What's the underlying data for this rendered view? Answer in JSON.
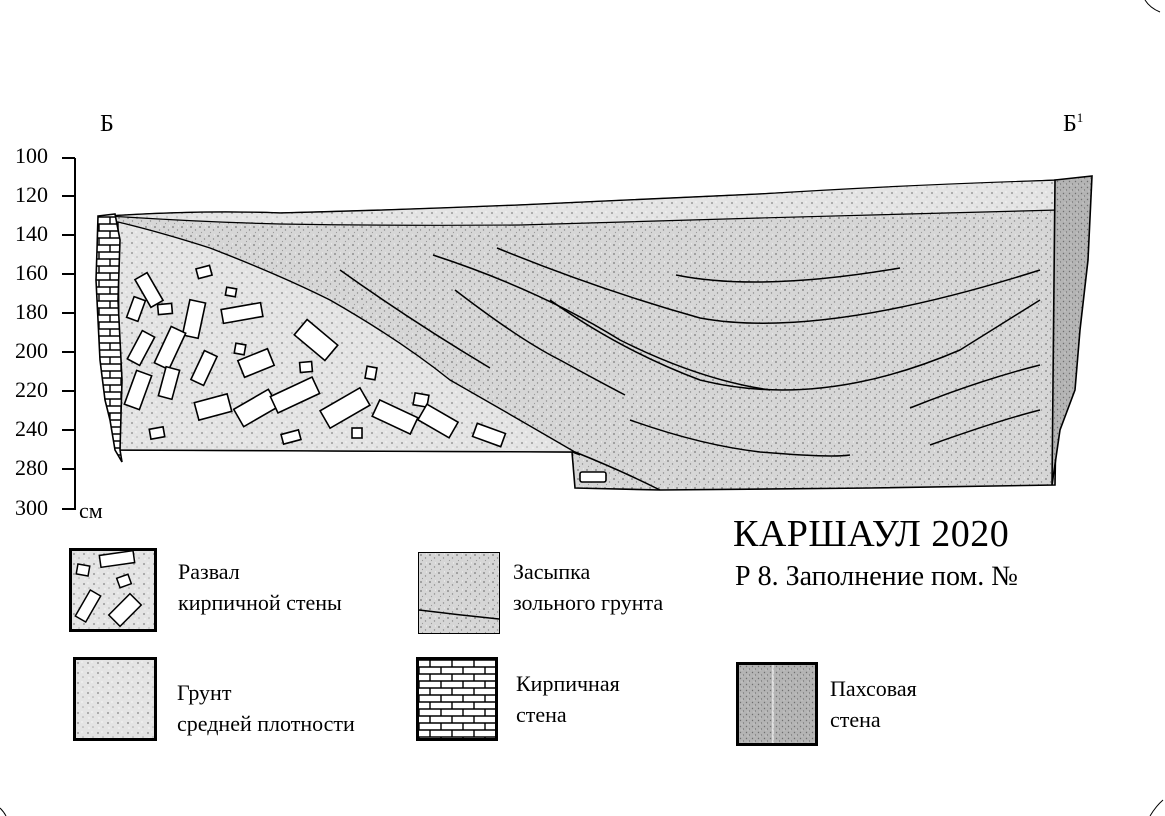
{
  "section": {
    "left_label": "Б",
    "right_label": "Б",
    "right_label_sup": "1"
  },
  "depth_axis": {
    "ticks": [
      "100",
      "120",
      "140",
      "160",
      "180",
      "200",
      "220",
      "240",
      "280",
      "300"
    ],
    "unit": "см"
  },
  "title": {
    "main": "КАРШАУЛ 2020",
    "sub": "Р 8. Заполнение пом. №"
  },
  "legend": [
    {
      "id": "brick-collapse",
      "line1": "Развал",
      "line2": "кирпичной стены"
    },
    {
      "id": "ash-fill",
      "line1": "Засыпка",
      "line2": "зольного грунта"
    },
    {
      "id": "medium-soil",
      "line1": "Грунт",
      "line2": "средней плотности"
    },
    {
      "id": "brick-wall",
      "line1": "Кирпичная",
      "line2": "стена"
    },
    {
      "id": "pakhsa-wall",
      "line1": "Пахсовая",
      "line2": "стена"
    }
  ],
  "colors": {
    "ink": "#000000",
    "ash_fill": "#d2d2d2",
    "medium_soil": "#e2e2e2",
    "pakhsa": "#b3b3b3",
    "paper": "#ffffff"
  }
}
